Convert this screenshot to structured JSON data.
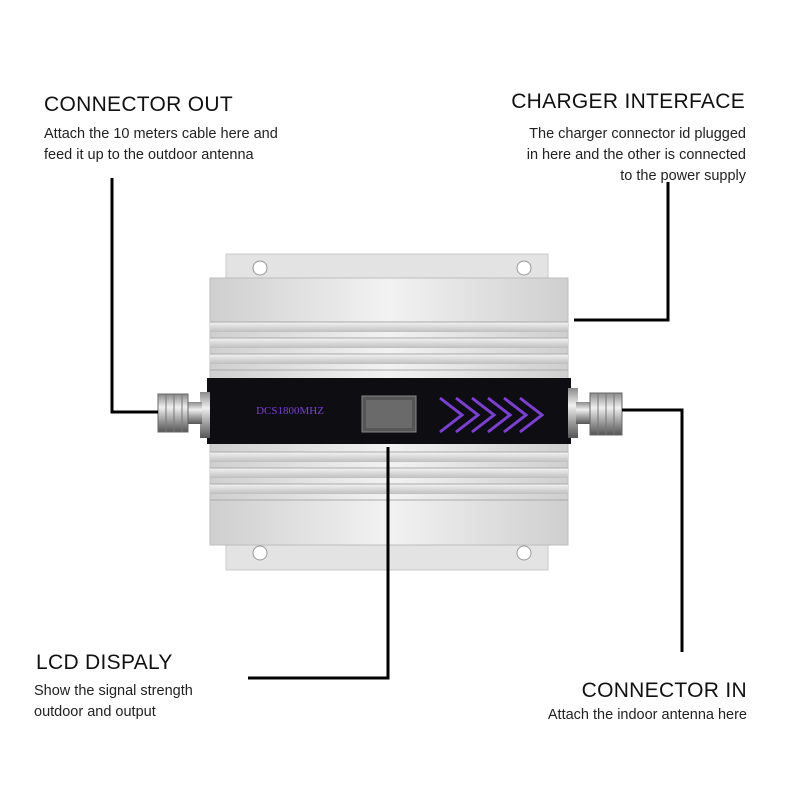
{
  "callouts": {
    "connector_out": {
      "title": "CONNECTOR OUT",
      "lines": [
        "Attach the 10 meters cable here and",
        "feed it up to the outdoor antenna"
      ]
    },
    "charger_interface": {
      "title": "CHARGER INTERFACE",
      "lines": [
        "The charger connector id plugged",
        "in here and the other is connected",
        "to the power supply"
      ]
    },
    "lcd_display": {
      "title": "LCD DISPALY",
      "lines": [
        "Show the signal strength",
        "outdoor and output"
      ]
    },
    "connector_in": {
      "title": "CONNECTOR IN",
      "lines": [
        "Attach the indoor antenna here"
      ]
    }
  },
  "device": {
    "panel_label": "DCS1800MHZ",
    "body_color": "#e6e6e6",
    "panel_color": "#0d0d12",
    "accent_color": "#7b3fd6"
  }
}
